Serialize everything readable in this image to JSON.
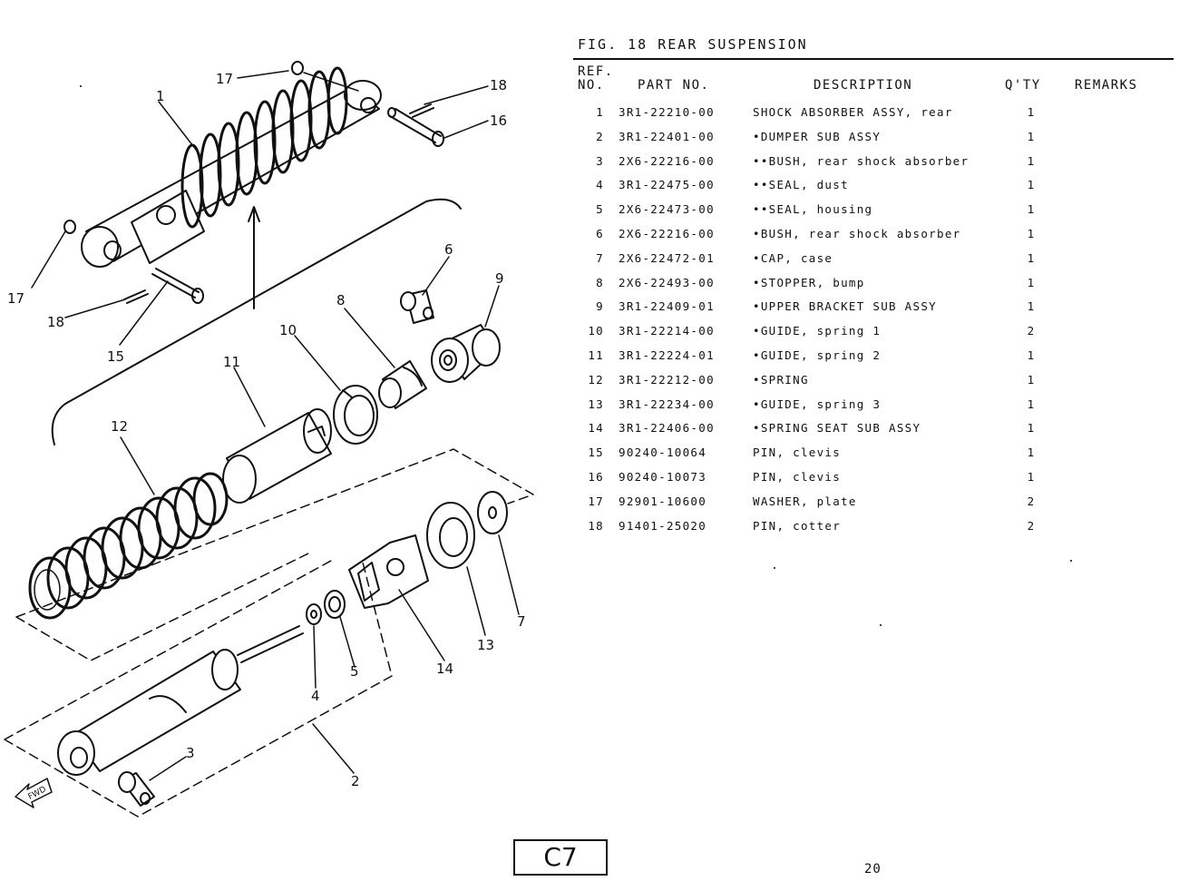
{
  "figure": {
    "title": "FIG. 18  REAR SUSPENSION"
  },
  "headers": {
    "ref_line1": "REF.",
    "ref_line2": "NO.",
    "part_no": "PART NO.",
    "description": "DESCRIPTION",
    "qty": "Q'TY",
    "remarks": "REMARKS"
  },
  "parts": [
    {
      "ref": "1",
      "part_no": "3R1-22210-00",
      "description": "SHOCK ABSORBER ASSY, rear",
      "qty": "1",
      "remarks": ""
    },
    {
      "ref": "2",
      "part_no": "3R1-22401-00",
      "description": "•DUMPER SUB ASSY",
      "qty": "1",
      "remarks": ""
    },
    {
      "ref": "3",
      "part_no": "2X6-22216-00",
      "description": "••BUSH, rear shock absorber",
      "qty": "1",
      "remarks": ""
    },
    {
      "ref": "4",
      "part_no": "3R1-22475-00",
      "description": "••SEAL, dust",
      "qty": "1",
      "remarks": ""
    },
    {
      "ref": "5",
      "part_no": "2X6-22473-00",
      "description": "••SEAL, housing",
      "qty": "1",
      "remarks": ""
    },
    {
      "ref": "6",
      "part_no": "2X6-22216-00",
      "description": "•BUSH, rear shock absorber",
      "qty": "1",
      "remarks": ""
    },
    {
      "ref": "7",
      "part_no": "2X6-22472-01",
      "description": "•CAP, case",
      "qty": "1",
      "remarks": ""
    },
    {
      "ref": "8",
      "part_no": "2X6-22493-00",
      "description": "•STOPPER, bump",
      "qty": "1",
      "remarks": ""
    },
    {
      "ref": "9",
      "part_no": "3R1-22409-01",
      "description": "•UPPER BRACKET SUB ASSY",
      "qty": "1",
      "remarks": ""
    },
    {
      "ref": "10",
      "part_no": "3R1-22214-00",
      "description": "•GUIDE, spring 1",
      "qty": "2",
      "remarks": ""
    },
    {
      "ref": "11",
      "part_no": "3R1-22224-01",
      "description": "•GUIDE, spring 2",
      "qty": "1",
      "remarks": ""
    },
    {
      "ref": "12",
      "part_no": "3R1-22212-00",
      "description": "•SPRING",
      "qty": "1",
      "remarks": ""
    },
    {
      "ref": "13",
      "part_no": "3R1-22234-00",
      "description": "•GUIDE, spring 3",
      "qty": "1",
      "remarks": ""
    },
    {
      "ref": "14",
      "part_no": "3R1-22406-00",
      "description": "•SPRING SEAT SUB ASSY",
      "qty": "1",
      "remarks": ""
    },
    {
      "ref": "15",
      "part_no": "90240-10064",
      "description": "PIN, clevis",
      "qty": "1",
      "remarks": ""
    },
    {
      "ref": "16",
      "part_no": "90240-10073",
      "description": "PIN, clevis",
      "qty": "1",
      "remarks": ""
    },
    {
      "ref": "17",
      "part_no": "92901-10600",
      "description": "WASHER, plate",
      "qty": "2",
      "remarks": ""
    },
    {
      "ref": "18",
      "part_no": "91401-25020",
      "description": "PIN, cotter",
      "qty": "2",
      "remarks": ""
    }
  ],
  "diagram": {
    "callouts": [
      "17",
      "18",
      "16",
      "1",
      "17",
      "18",
      "15",
      "6",
      "9",
      "8",
      "10",
      "11",
      "12",
      "3",
      "4",
      "5",
      "14",
      "13",
      "7",
      "2"
    ],
    "fwd_label": "FWD"
  },
  "footer": {
    "page_code": "C7",
    "page_number": "20"
  }
}
